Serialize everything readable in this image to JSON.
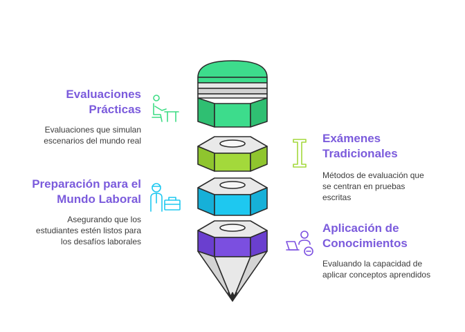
{
  "items": [
    {
      "title_line1": "Evaluaciones",
      "title_line2": "Prácticas",
      "desc_line1": "Evaluaciones que simulan",
      "desc_line2": "escenarios del mundo real",
      "desc_line3": "",
      "icon": "student-at-desk-icon",
      "color": "#3ddc84"
    },
    {
      "title_line1": "Exámenes",
      "title_line2": "Tradicionales",
      "desc_line1": "Métodos de evaluación que",
      "desc_line2": "se centran en pruebas",
      "desc_line3": "escritas",
      "icon": "i-beam-icon",
      "color": "#a3d93b"
    },
    {
      "title_line1": "Preparación para el",
      "title_line2": "Mundo Laboral",
      "desc_line1": "Asegurando que los",
      "desc_line2": "estudiantes estén listos para",
      "desc_line3": "los desafíos laborales",
      "icon": "worker-briefcase-icon",
      "color": "#1ec8f0"
    },
    {
      "title_line1": "Aplicación de",
      "title_line2": "Conocimientos",
      "desc_line1": "Evaluando la capacidad de",
      "desc_line2": "aplicar conceptos aprendidos",
      "desc_line3": "",
      "icon": "person-laptop-icon",
      "color": "#7b4fe0"
    }
  ]
}
